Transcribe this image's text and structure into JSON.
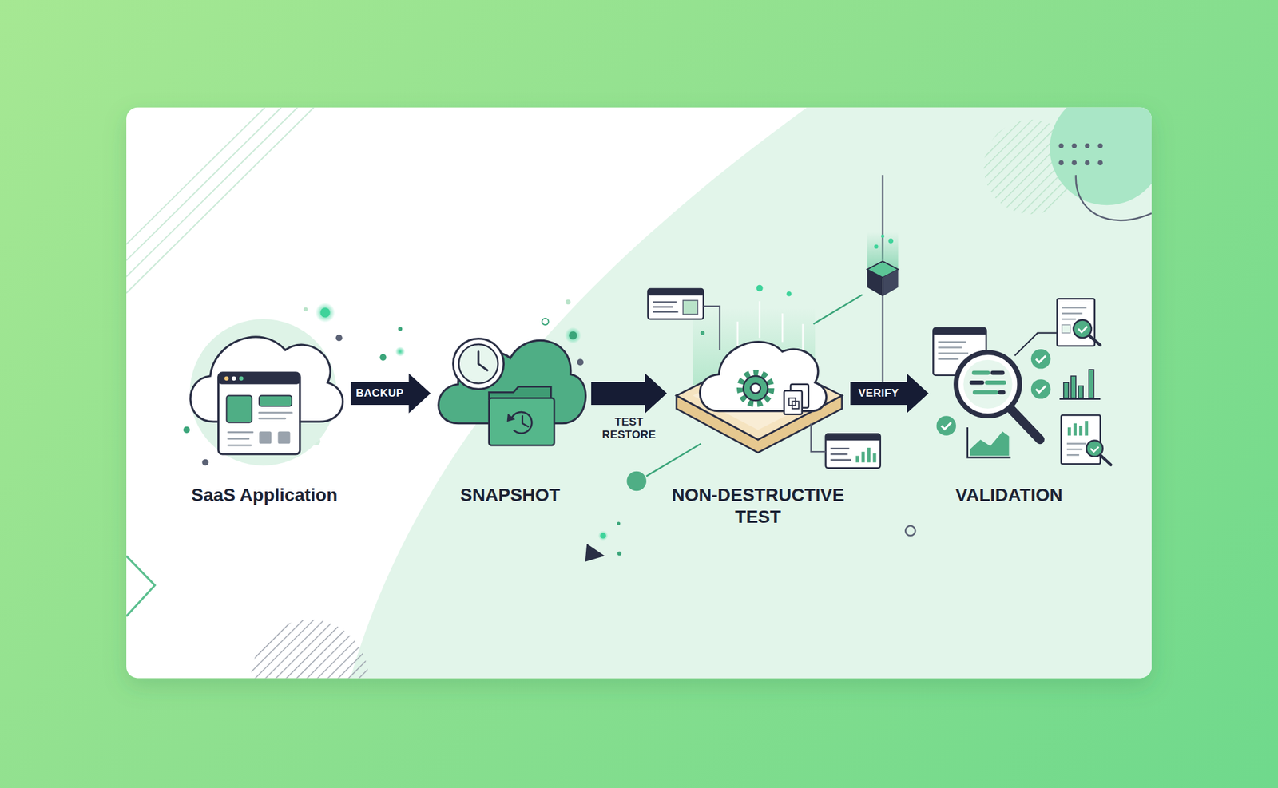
{
  "diagram": {
    "nodes": [
      {
        "text": [
          "SaaS Application"
        ]
      },
      {
        "text": [
          "SNAPSHOT"
        ]
      },
      {
        "text": [
          "NON-DESTRUCTIVE TEST"
        ]
      },
      {
        "text": [
          "VALIDATION"
        ]
      }
    ],
    "edges": [
      {
        "from": 0,
        "to": 1,
        "label": "BACKUP",
        "arrow": "to"
      },
      {
        "from": 1,
        "to": 2,
        "label": "TEST RESTORE",
        "arrow": "to"
      },
      {
        "from": 2,
        "to": 3,
        "label": "VERIFY",
        "arrow": "to"
      }
    ]
  }
}
